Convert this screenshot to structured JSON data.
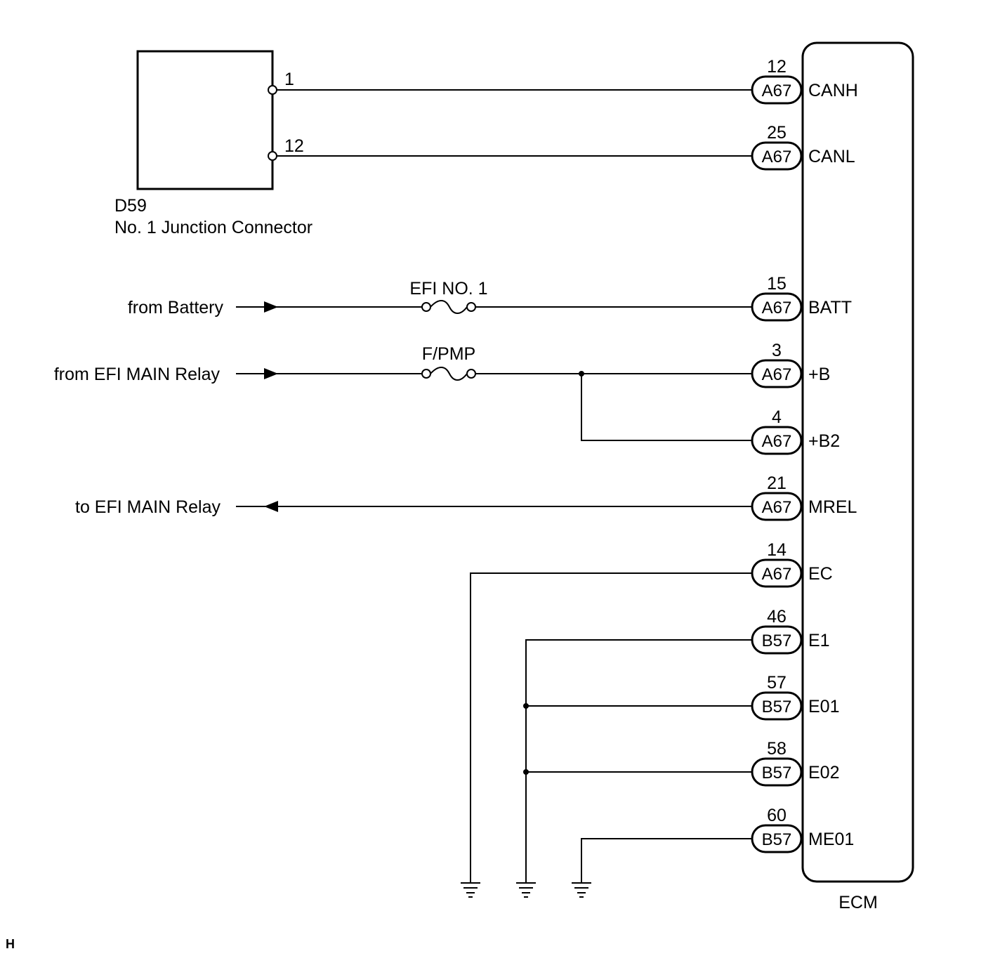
{
  "junction_connector": {
    "code": "D59",
    "name": "No. 1 Junction Connector",
    "pins": [
      "1",
      "12"
    ]
  },
  "ecm": {
    "name": "ECM",
    "terminals": [
      {
        "pin": "12",
        "connector": "A67",
        "signal": "CANH"
      },
      {
        "pin": "25",
        "connector": "A67",
        "signal": "CANL"
      },
      {
        "pin": "15",
        "connector": "A67",
        "signal": "BATT"
      },
      {
        "pin": "3",
        "connector": "A67",
        "signal": "+B"
      },
      {
        "pin": "4",
        "connector": "A67",
        "signal": "+B2"
      },
      {
        "pin": "21",
        "connector": "A67",
        "signal": "MREL"
      },
      {
        "pin": "14",
        "connector": "A67",
        "signal": "EC"
      },
      {
        "pin": "46",
        "connector": "B57",
        "signal": "E1"
      },
      {
        "pin": "57",
        "connector": "B57",
        "signal": "E01"
      },
      {
        "pin": "58",
        "connector": "B57",
        "signal": "E02"
      },
      {
        "pin": "60",
        "connector": "B57",
        "signal": "ME01"
      }
    ]
  },
  "sources": {
    "battery": "from Battery",
    "efi_main_in": "from EFI MAIN Relay",
    "efi_main_out": "to EFI MAIN Relay"
  },
  "fuses": {
    "efi": "EFI NO. 1",
    "fpmp": "F/PMP"
  },
  "corner_mark": "H"
}
